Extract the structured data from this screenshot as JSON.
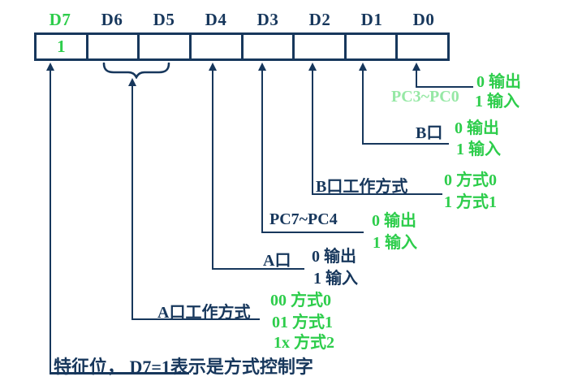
{
  "bits": [
    "D7",
    "D6",
    "D5",
    "D4",
    "D3",
    "D2",
    "D1",
    "D0"
  ],
  "register": {
    "d7_value": "1"
  },
  "annotations": {
    "pc30": {
      "label": "PC3~PC0",
      "out": "0 输出",
      "in": "1 输入"
    },
    "portb": {
      "label": "B口",
      "out": "0 输出",
      "in": "1 输入"
    },
    "portb_mode": {
      "label": "B口工作方式",
      "v0": "0 方式0",
      "v1": "1 方式1"
    },
    "pc74": {
      "label": "PC7~PC4",
      "out": "0 输出",
      "in": "1 输入"
    },
    "porta": {
      "label": "A口",
      "out": "0 输出",
      "in": "1 输入"
    },
    "porta_mode": {
      "label": "A口工作方式",
      "v0": "00 方式0",
      "v1": "01 方式1",
      "v2": "1x 方式2"
    },
    "feature": {
      "label": "特征位， D7=1表示是方式控制字"
    }
  },
  "colors": {
    "navy": "#17375C",
    "green": "#2DCD4B",
    "pale_green": "#96E8A5",
    "background": "#FFFFFF"
  }
}
